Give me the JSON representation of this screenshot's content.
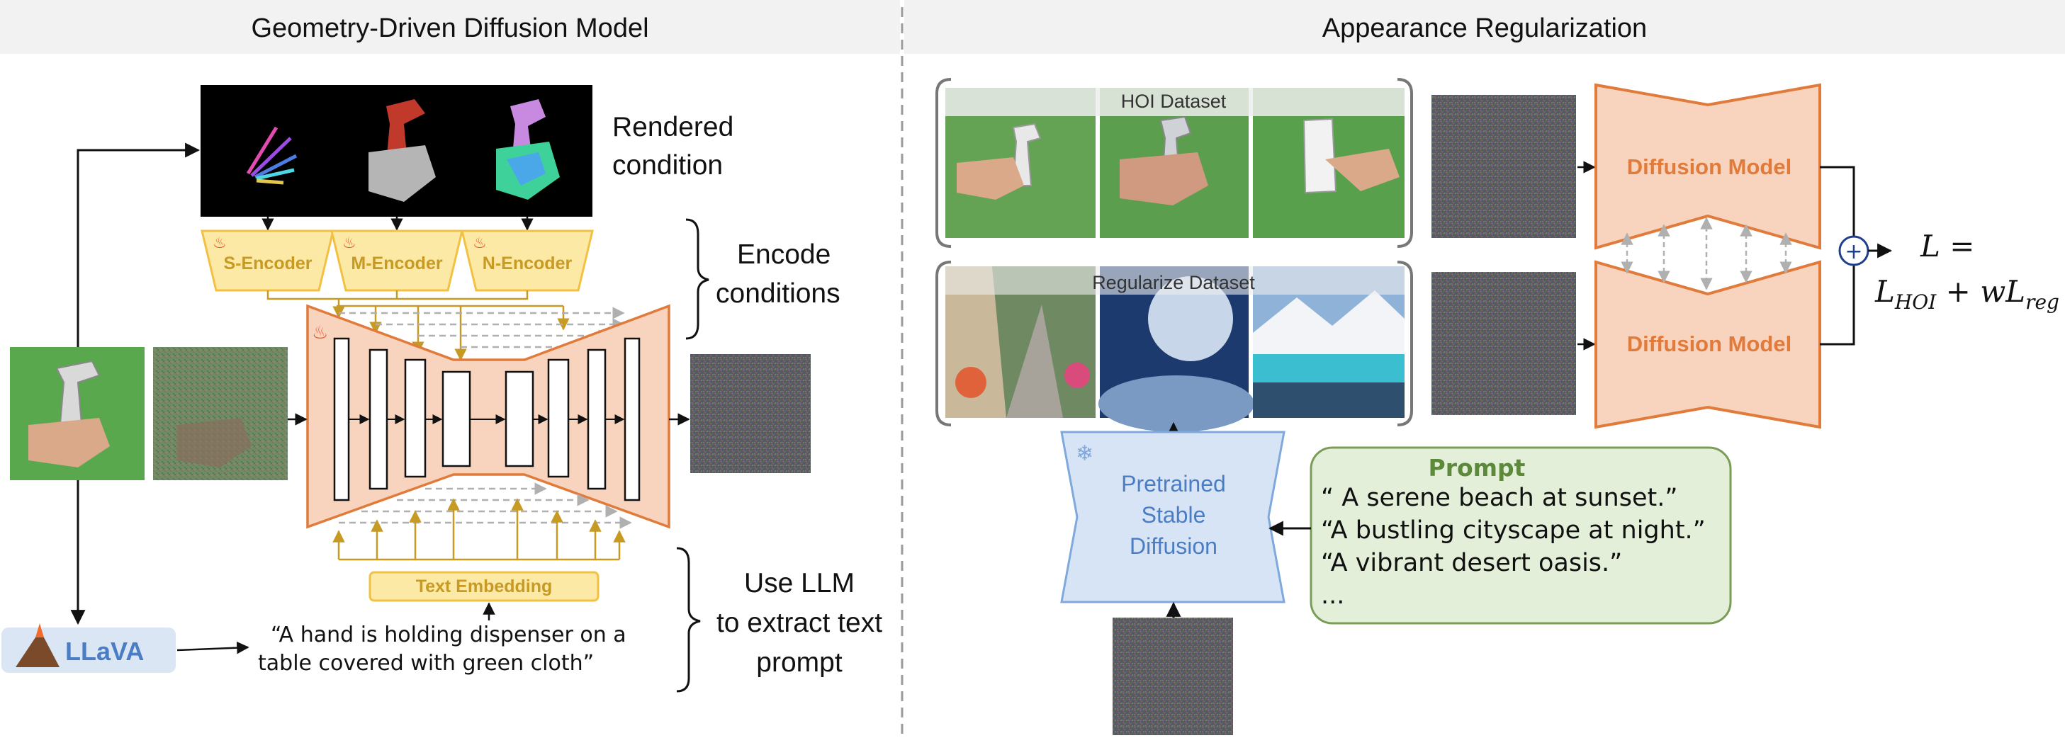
{
  "sections": {
    "left_title": "Geometry-Driven Diffusion Model",
    "right_title": "Appearance Regularization"
  },
  "left": {
    "rendered_condition": [
      "Rendered",
      "condition"
    ],
    "encoders": [
      "S-Encoder",
      "M-Encoder",
      "N-Encoder"
    ],
    "encode_conditions": [
      "Encode",
      "conditions"
    ],
    "text_embedding": "Text Embedding",
    "llm_label": [
      "Use LLM",
      "to extract text",
      "prompt"
    ],
    "llava": "LLaVA",
    "caption": [
      "“A hand is holding dispenser on a",
      "table covered with green cloth”"
    ]
  },
  "right": {
    "hoi_dataset": "HOI Dataset",
    "regularize_dataset": "Regularize Dataset",
    "diffusion_model": "Diffusion Model",
    "pretrained": [
      "Pretrained",
      "Stable",
      "Diffusion"
    ],
    "prompt_title": "Prompt",
    "prompts": [
      "“ A serene beach at sunset.”",
      "“A bustling cityscape at night.”",
      "“A vibrant desert oasis.”",
      "..."
    ],
    "loss_lhs": "L =",
    "loss_l1": "L",
    "loss_sub1": "HOI",
    "loss_mid": " + wL",
    "loss_sub2": "reg",
    "plus": "+"
  },
  "colors": {
    "unet_fill": "#f8d3bd",
    "unet_stroke": "#e07b3c",
    "encoder_fill": "#fde9a6",
    "encoder_stroke": "#f2c143",
    "encoder_text": "#c79a24",
    "sd_fill": "#d7e4f5",
    "sd_stroke": "#7fa8dc",
    "sd_text": "#4a7dc4",
    "prompt_fill": "#e4efd9",
    "prompt_stroke": "#7a9c57",
    "prompt_title": "#5c8a3a",
    "llava_fill": "#dbe6f5",
    "llava_text": "#4a7dc4",
    "header_bg": "#f2f2f2"
  }
}
